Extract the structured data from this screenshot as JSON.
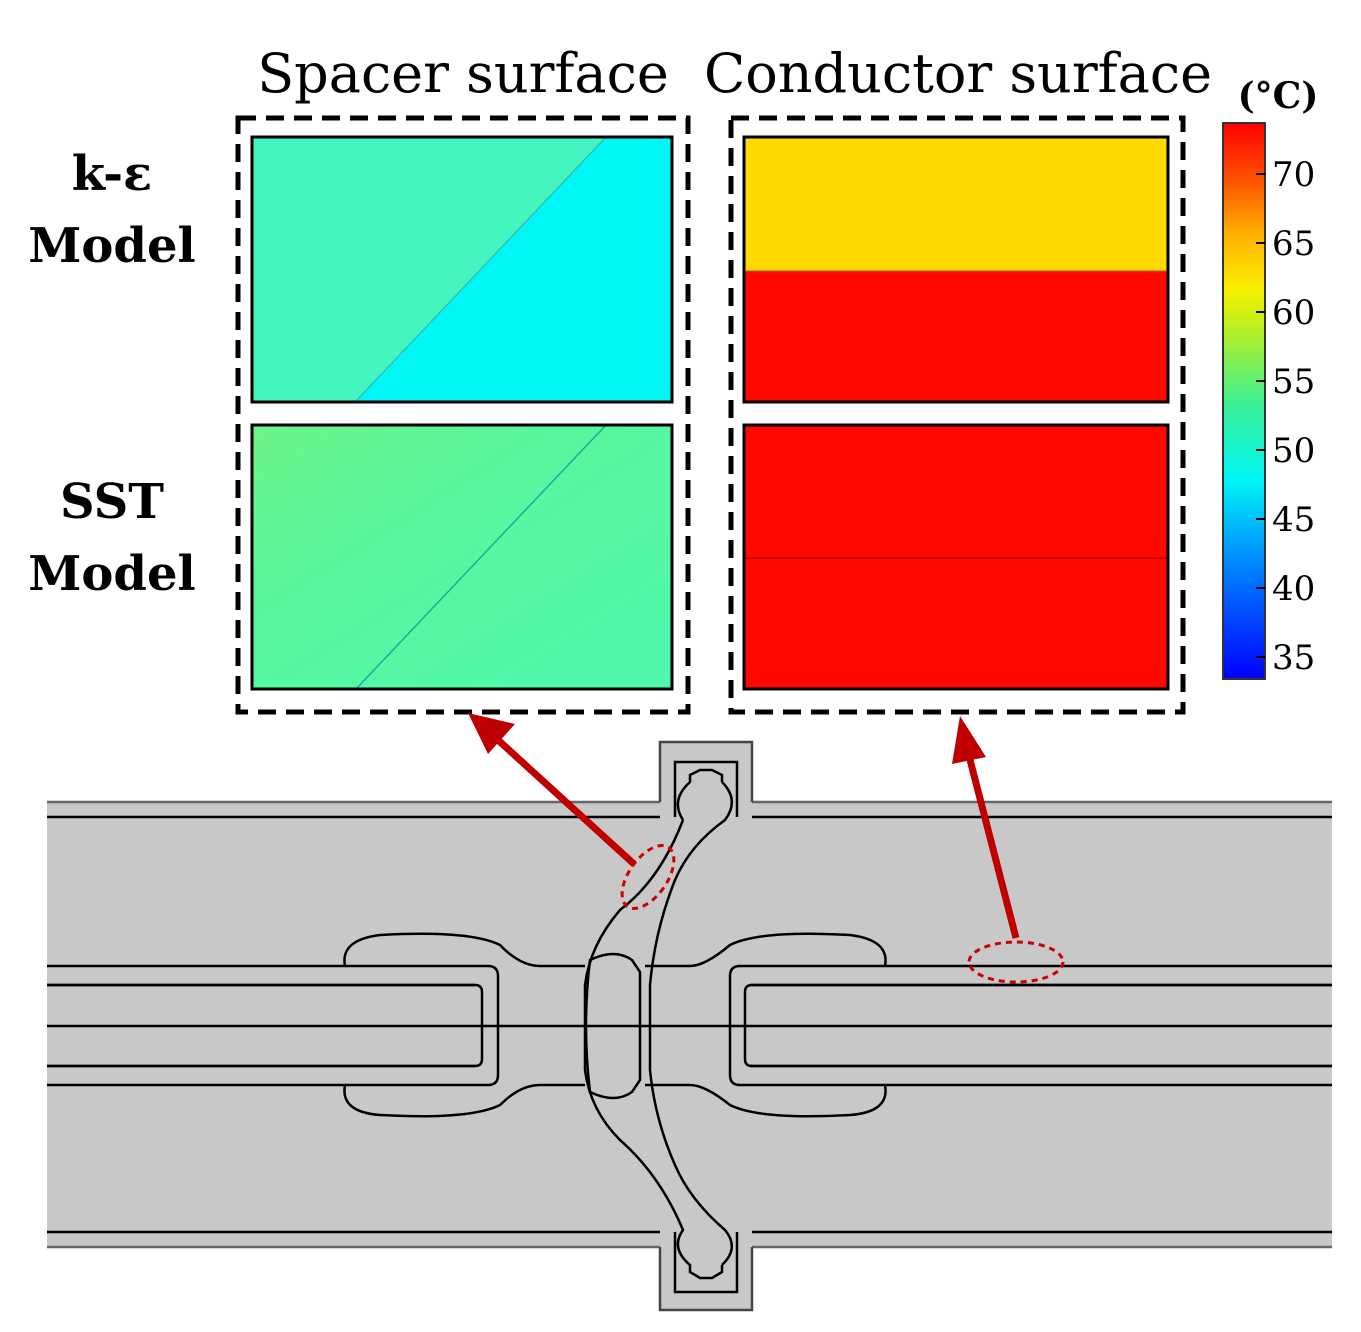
{
  "column_titles": {
    "spacer": "Spacer surface",
    "conductor": "Conductor surface"
  },
  "row_labels": {
    "k_epsilon": [
      "k-ε",
      "Model"
    ],
    "sst": [
      "SST",
      "Model"
    ]
  },
  "colorbar": {
    "unit": "(°C)",
    "ticks": [
      "70",
      "65",
      "60",
      "55",
      "50",
      "45",
      "40",
      "35"
    ]
  },
  "colors": {
    "spacer_ke_left": "#45f5c0",
    "spacer_ke_right": "#00f7f5",
    "spacer_sst": "#56f79f",
    "conductor_ke_top": "#ffd900",
    "conductor_hot": "#ff0800",
    "arrow": "#c00000",
    "gis_fill": "#c8c8c8"
  }
}
